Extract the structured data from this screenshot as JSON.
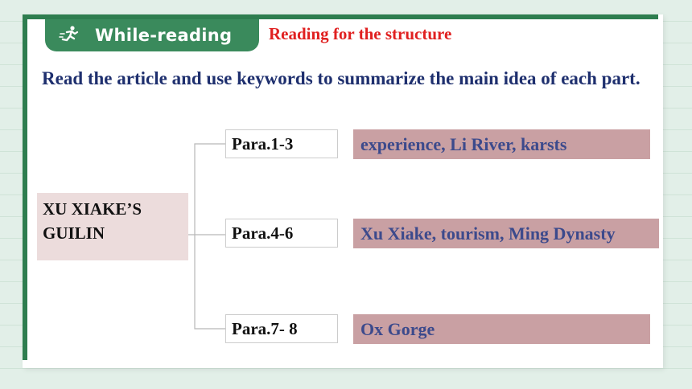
{
  "header": {
    "tag_label": "While-reading",
    "tag_icon": "running-figure-icon",
    "subtitle": "Reading for the structure"
  },
  "instruction": "Read the article and use keywords to summarize the main idea of each part.",
  "diagram": {
    "root": "XU XIAKE’S GUILIN",
    "branches": [
      {
        "para": "Para.1-3",
        "keywords": "experience, Li River, karsts"
      },
      {
        "para": "Para.4-6",
        "keywords": "Xu Xiake, tourism, Ming Dynasty"
      },
      {
        "para": "Para.7- 8",
        "keywords": "Ox Gorge"
      }
    ]
  },
  "colors": {
    "accent_green": "#2e7d4f",
    "tag_green": "#3a8a5c",
    "subtitle_red": "#e02020",
    "instruction_navy": "#1e2f6e",
    "keyword_box": "#c9a0a3",
    "keyword_text": "#3c4a8c",
    "root_box": "#ecdcdc"
  }
}
